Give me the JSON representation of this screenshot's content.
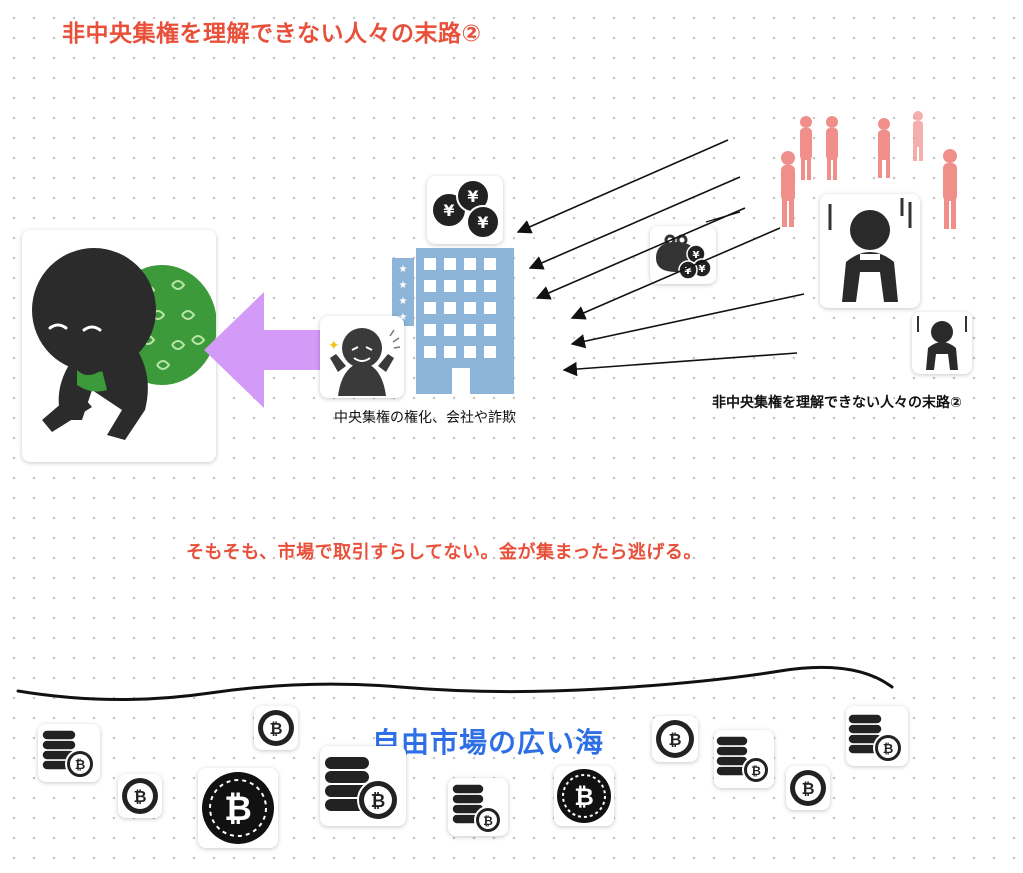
{
  "title": "非中央集権を理解できない人々の末路②",
  "labels": {
    "central": "中央集権の権化、会社や詐欺",
    "victims": "非中央集権を理解できない人々の末路②",
    "caption": "そもそも、市場で取引すらしてない。金が集まったら逃げる。",
    "sea": "自由市場の広い海"
  },
  "colors": {
    "title_red": "#e8503a",
    "sea_blue": "#2f6fe6",
    "arrow_purple": "#d39af7",
    "building_blue": "#8db4d9",
    "crowd_pink": "#f08e8a",
    "sack_green": "#3c9a3a"
  },
  "icons": [
    "thief-icon",
    "money-sack-icon",
    "escape-arrow-icon",
    "yen-coins-icon",
    "office-building-icon",
    "villain-icon",
    "coin-purse-icon",
    "crowd-icon",
    "despair-person-icon",
    "bitcoin-icon",
    "coin-stack-icon"
  ]
}
